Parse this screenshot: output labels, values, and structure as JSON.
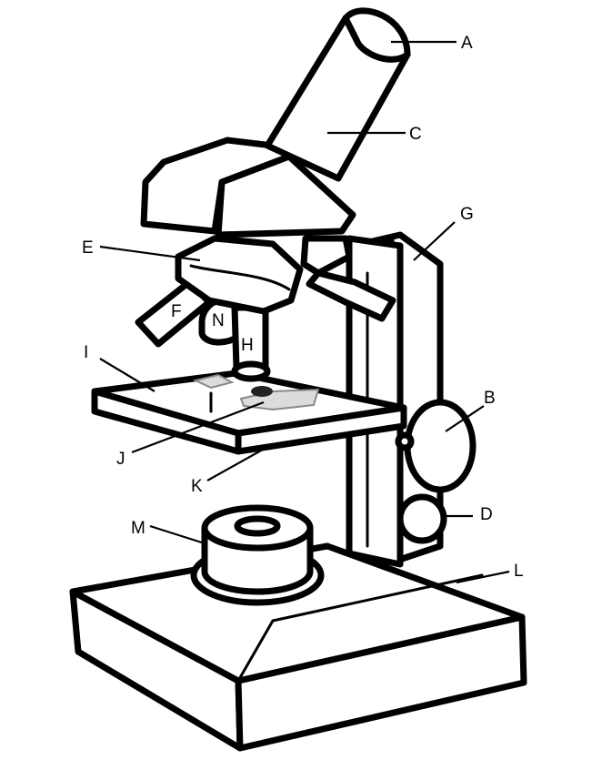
{
  "labels": {
    "A": "A",
    "B": "B",
    "C": "C",
    "D": "D",
    "E": "E",
    "F": "F",
    "G": "G",
    "H": "H",
    "I": "I",
    "J": "J",
    "K": "K",
    "L": "L",
    "M": "M",
    "N": "N"
  },
  "colors": {
    "ink": "#000000",
    "paper": "#ffffff",
    "specimen_smudge": "#dcdcdc"
  }
}
